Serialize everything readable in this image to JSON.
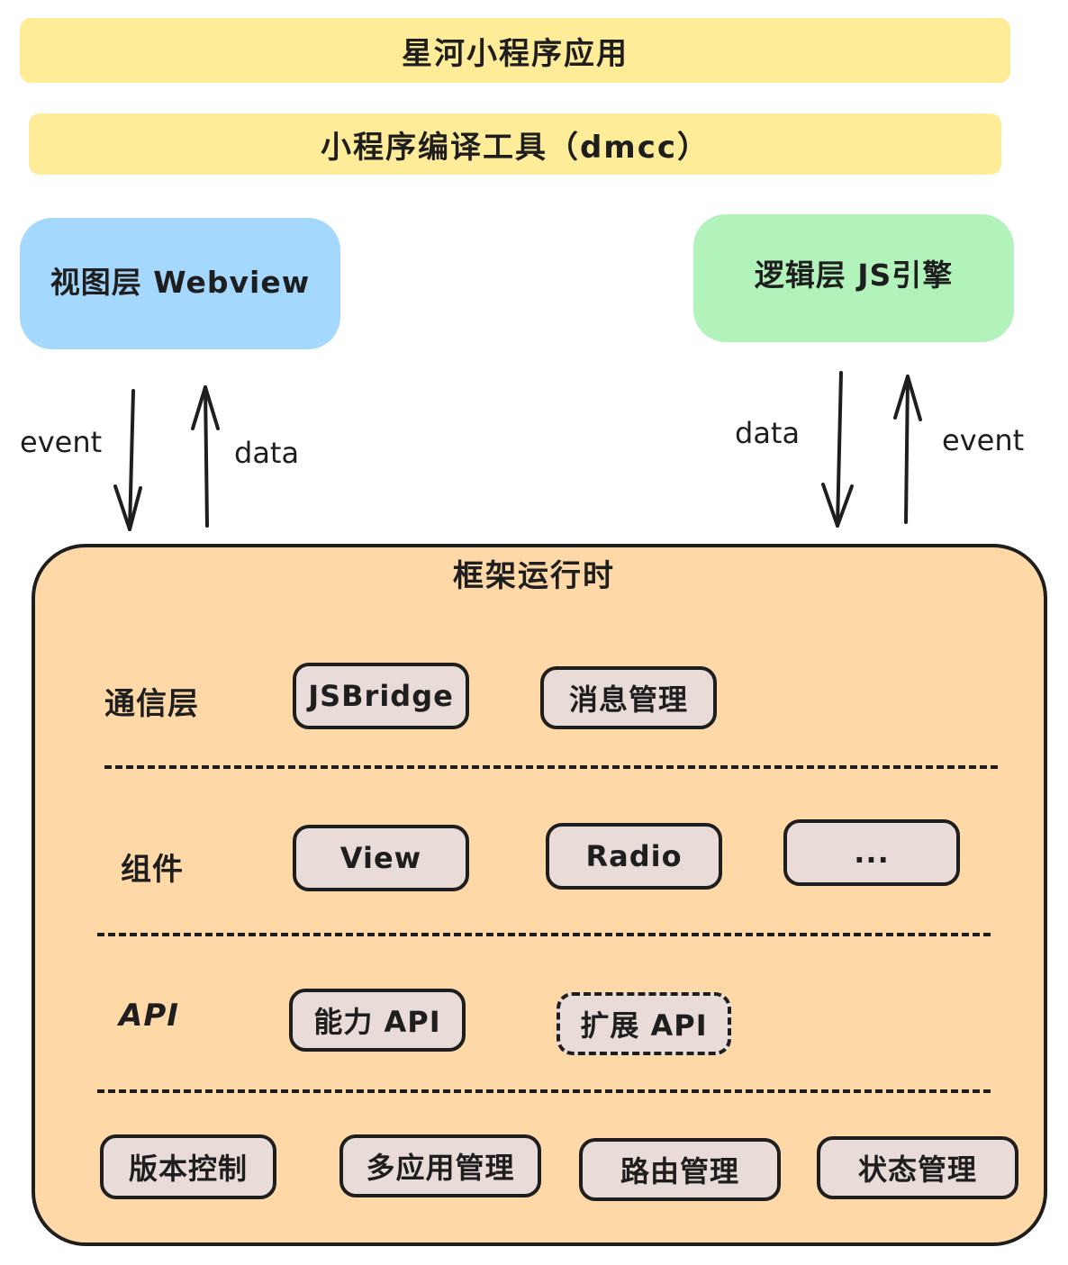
{
  "top_bands": {
    "app": "星河小程序应用",
    "compiler": "小程序编译工具（dmcc）"
  },
  "layers": {
    "view": {
      "label": "视图层 Webview",
      "color": "#a5d8ff"
    },
    "logic": {
      "label": "逻辑层 JS引擎",
      "color": "#b2f2bb"
    }
  },
  "arrows": {
    "left_down": "event",
    "left_up": "data",
    "right_down": "data",
    "right_up": "event"
  },
  "runtime": {
    "title": "框架运行时",
    "color": "#ffd8a8",
    "rows": [
      {
        "label": "通信层",
        "items": [
          "JSBridge",
          "消息管理"
        ]
      },
      {
        "label": "组件",
        "items": [
          "View",
          "Radio",
          "..."
        ]
      },
      {
        "label": "API",
        "items": [
          "能力 API",
          "扩展 API"
        ]
      },
      {
        "label": "",
        "items": [
          "版本控制",
          "多应用管理",
          "路由管理",
          "状态管理"
        ]
      }
    ]
  }
}
